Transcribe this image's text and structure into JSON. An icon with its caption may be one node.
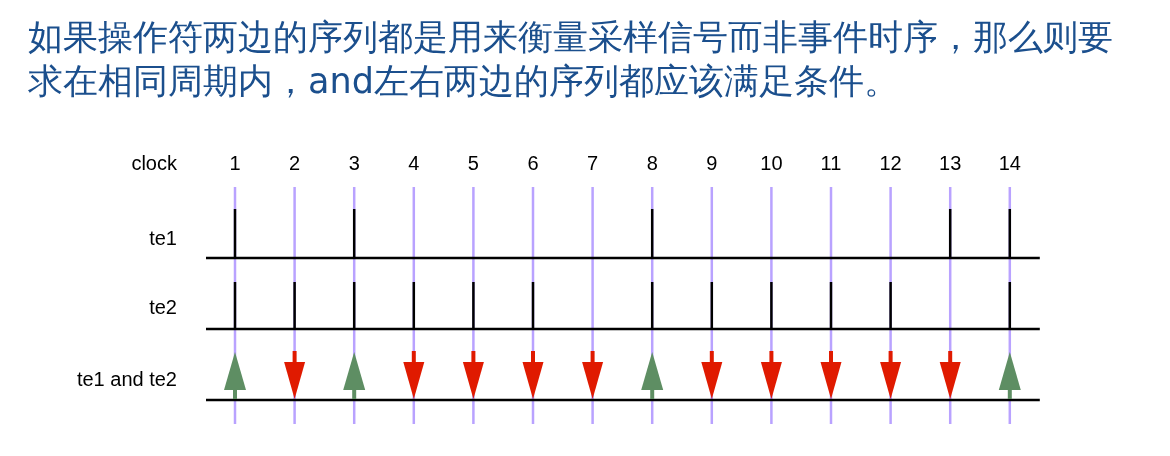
{
  "diagram": {
    "title": "如果操作符两边的序列都是用来衡量采样信号而非事件时序，那么则要求在相同周期内，and左右两边的序列都应该满足条件。",
    "labels": [
      "clock",
      "1",
      "2",
      "3",
      "4",
      "5",
      "6",
      "7",
      "8",
      "9",
      "10",
      "11",
      "12",
      "13",
      "14",
      "te1",
      "te2",
      "te1 and te2"
    ]
  }
}
